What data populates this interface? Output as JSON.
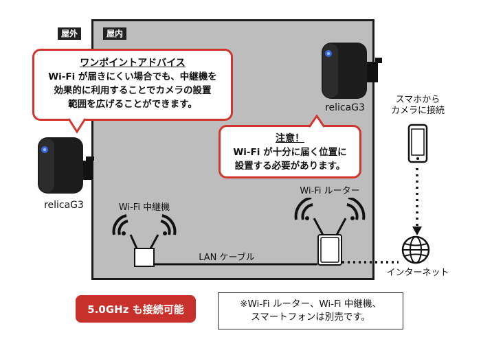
{
  "labels": {
    "outdoor": "屋外",
    "indoor": "屋内",
    "camera_left": "relicaG3",
    "camera_right": "relicaG3",
    "repeater": "Wi-Fi 中継機",
    "router": "Wi-Fi ルーター",
    "lan_cable": "LAN ケーブル",
    "internet": "インターネット",
    "smartphone_line1": "スマホから",
    "smartphone_line2": "カメラに接続"
  },
  "tip_bubble": {
    "title": "ワンポイントアドバイス",
    "line1": "Wi-Fi が届きにくい場合でも、中継機を",
    "line2": "効果的に利用することでカメラの設置",
    "line3": "範囲を広げることができます。"
  },
  "caution_bubble": {
    "title": "注意！",
    "line1": "Wi-Fi が十分に届く位置に",
    "line2": "設置する必要があります。"
  },
  "badge": "5.0GHz も接続可能",
  "footnote": {
    "line1": "※Wi-Fi ルーター、Wi-Fi 中継機、",
    "line2": "スマートフォンは別売です。"
  },
  "colors": {
    "accent_red": "#c8302b",
    "indoor_gray": "#bdbdbd"
  }
}
